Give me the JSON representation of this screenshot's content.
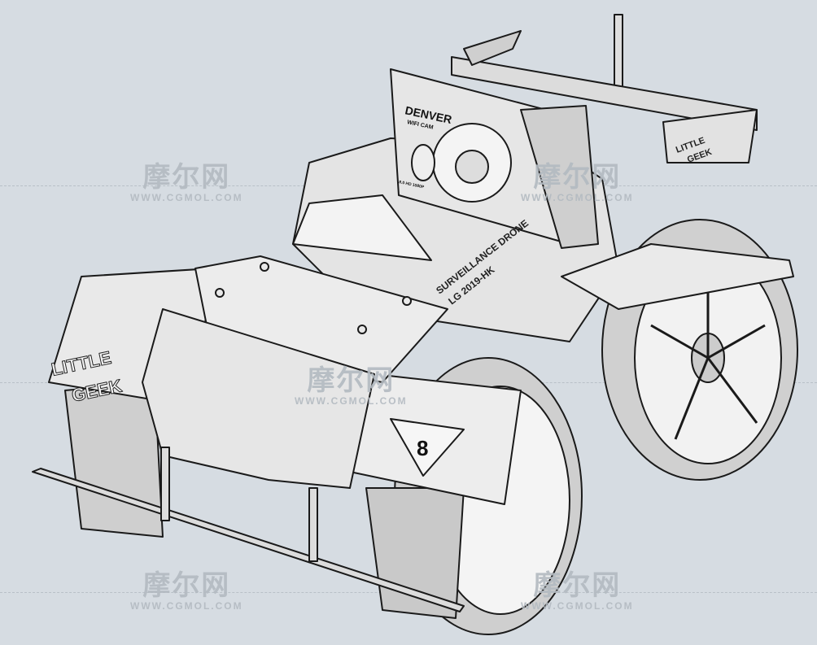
{
  "scene": {
    "background": "#d6dce2",
    "camera_brand": "DENVER",
    "camera_model": "WIFI CAM",
    "camera_small_text": "8.0 HD 1080P",
    "body_label_line1": "SURVEILLANCE DRONE",
    "body_label_line2": "LG 2019-HK",
    "fender_logo_line1": "LITTLE",
    "fender_logo_line2": "GEEK",
    "wing_logo_line1": "LITTLE",
    "wing_logo_line2": "GEEK",
    "badge_number": "8"
  },
  "watermarks": [
    {
      "cn": "摩尔网",
      "en": "WWW.CGMOL.COM"
    },
    {
      "cn": "摩尔网",
      "en": "WWW.CGMOL.COM"
    },
    {
      "cn": "摩尔网",
      "en": "WWW.CGMOL.COM"
    },
    {
      "cn": "摩尔网",
      "en": "WWW.CGMOL.COM"
    },
    {
      "cn": "摩尔网",
      "en": "WWW.CGMOL.COM"
    }
  ]
}
